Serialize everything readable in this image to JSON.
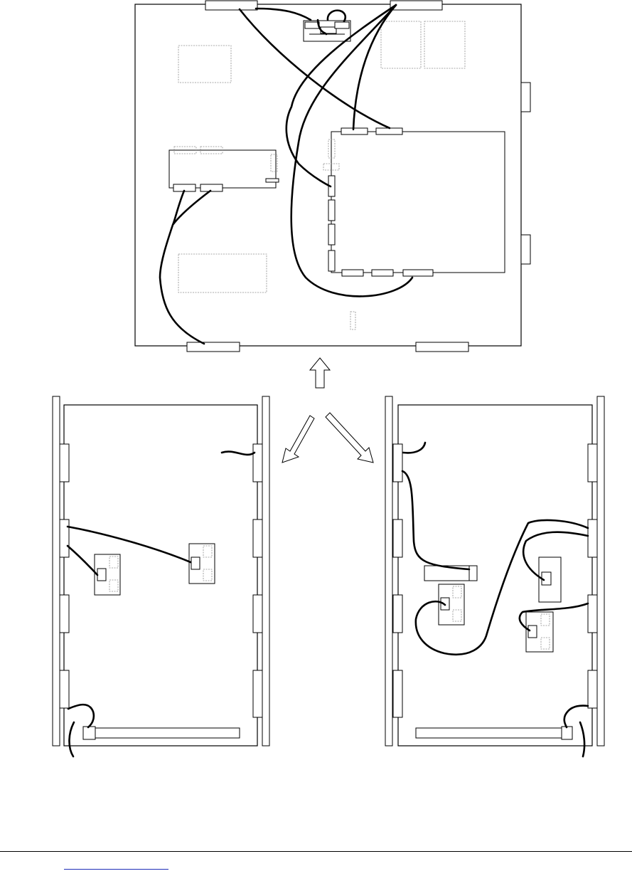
{
  "figure": {
    "views": [
      "top-view",
      "left-side-view",
      "right-side-view"
    ],
    "colors": {
      "outline": "#000000",
      "dashed_outline": "#8c8c8c",
      "cable": "#000000",
      "background": "#ffffff",
      "link_underline": "#1f2fb8"
    }
  }
}
